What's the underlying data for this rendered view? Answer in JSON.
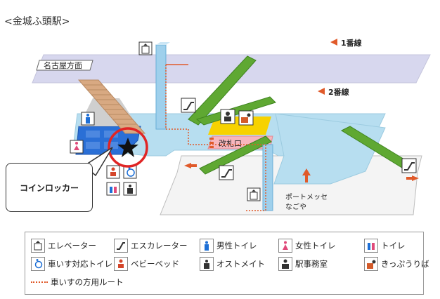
{
  "title": "<金城ふ頭駅>",
  "map": {
    "platform_1_label": "1番線",
    "platform_2_label": "2番線",
    "direction_label": "名古屋方面",
    "ticket_gate_label": "改札口",
    "exit_label": "ポートメッセ なごや",
    "callout_text": "コインロッカー",
    "colors": {
      "platform": "#d7d7ee",
      "concourse": "#b7def0",
      "ticket_area": "#f7d200",
      "gate": "#f7b6bd",
      "toilet_area": "#2a6fd6",
      "escalator": "#5fa832",
      "stairs": "#d8a982",
      "route": "#e05a2a",
      "highlight_circle": "#e02525"
    }
  },
  "legend": {
    "items": [
      {
        "icon": "elevator-icon",
        "label": "エレベーター"
      },
      {
        "icon": "escalator-icon",
        "label": "エスカレーター"
      },
      {
        "icon": "mens-toilet-icon",
        "label": "男性トイレ"
      },
      {
        "icon": "womens-toilet-icon",
        "label": "女性トイレ"
      },
      {
        "icon": "toilet-icon",
        "label": "トイレ"
      },
      {
        "icon": "wheelchair-toilet-icon",
        "label": "車いす対応トイレ"
      },
      {
        "icon": "baby-bed-icon",
        "label": "ベビーベッド"
      },
      {
        "icon": "ostomate-icon",
        "label": "オストメイト"
      },
      {
        "icon": "station-office-icon",
        "label": "駅事務室"
      },
      {
        "icon": "ticket-office-icon",
        "label": "きっぷうりば"
      },
      {
        "icon": "wheelchair-route-icon",
        "label": "車いすの方用ルート"
      }
    ]
  }
}
